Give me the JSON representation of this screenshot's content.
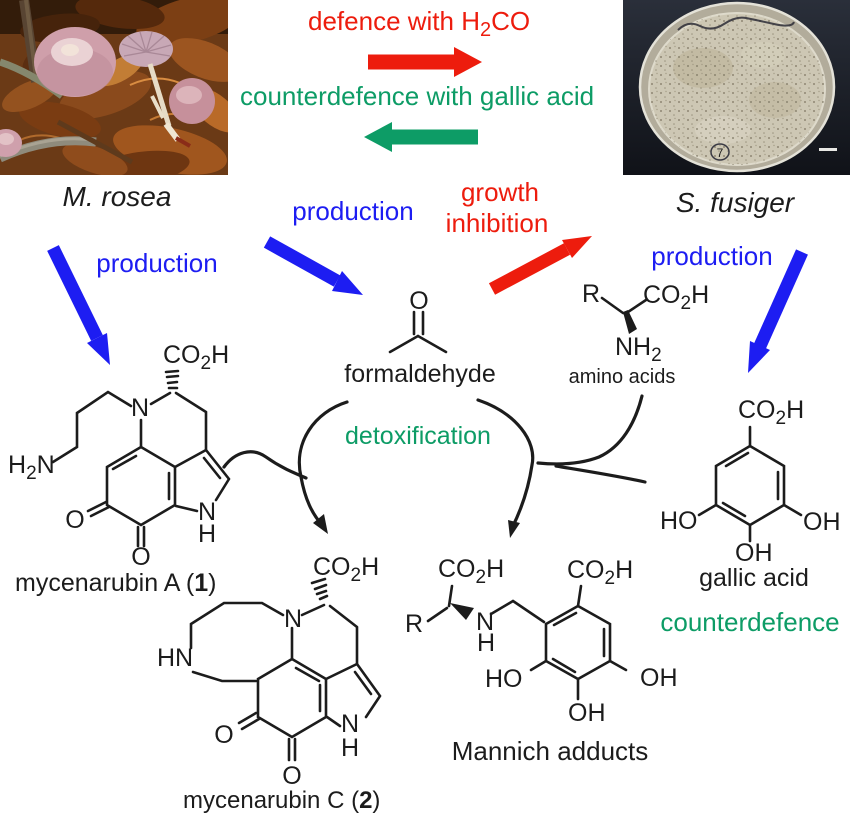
{
  "colors": {
    "red": "#ed1c0d",
    "green": "#0d9c66",
    "blue": "#1d1df2",
    "ink": "#1c1c1c"
  },
  "banner": {
    "defence_pre": "defence with H",
    "defence_sub": "2",
    "defence_post": "CO",
    "counterdefence": "counterdefence with gallic acid"
  },
  "organisms": {
    "left": "M. rosea",
    "right": "S. fusiger"
  },
  "flow": {
    "production_left": "production",
    "production_mid": "production",
    "production_right": "production",
    "growth_1": "growth",
    "growth_2": "inhibition",
    "detoxification": "detoxification",
    "counterdefence": "counterdefence"
  },
  "chem": {
    "co": "CO",
    "two": "2",
    "h": "H",
    "o": "O",
    "n": "N",
    "nh": "NH",
    "hn": "HN",
    "ho": "HO",
    "oh": "OH",
    "r": "R"
  },
  "compounds": {
    "formaldehyde": "formaldehyde",
    "amino_acids": "amino acids",
    "gallic_acid": "gallic acid",
    "mannich": "Mannich adducts",
    "myc_a_pre": "mycenarubin A (",
    "myc_a_num": "1",
    "myc_a_post": ")",
    "myc_c_pre": "mycenarubin C (",
    "myc_c_num": "2",
    "myc_c_post": ")"
  },
  "photos": {
    "dish_mark": "7"
  }
}
